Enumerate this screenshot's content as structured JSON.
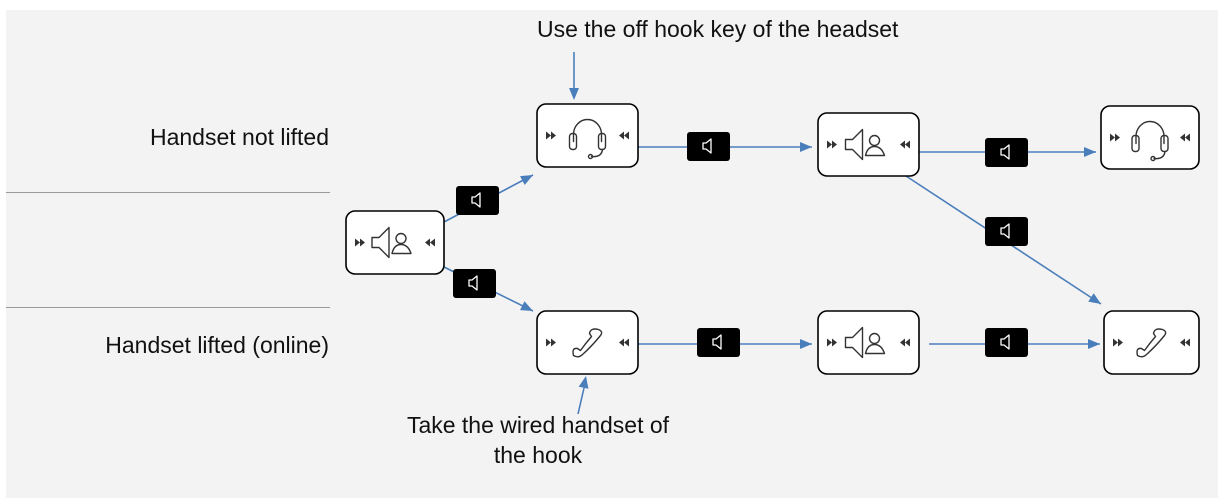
{
  "labels": {
    "row_top": "Handset not lifted",
    "row_bottom": "Handset lifted (online)",
    "annotation_top": "Use the off hook key of the headset",
    "annotation_bottom_line1": "Take the wired handset of",
    "annotation_bottom_line2": "the hook"
  },
  "colors": {
    "panel_background": "#f3f3f3",
    "arrow": "#4a7ebb",
    "key_box": "#000000",
    "divider": "#9a9a9a"
  },
  "nodes": [
    {
      "id": "n-start",
      "icon": "speaker-contact-icon"
    },
    {
      "id": "n-top-1",
      "icon": "headset-icon"
    },
    {
      "id": "n-top-2",
      "icon": "speaker-contact-icon"
    },
    {
      "id": "n-top-3",
      "icon": "headset-icon"
    },
    {
      "id": "n-bot-1",
      "icon": "handset-icon"
    },
    {
      "id": "n-bot-2",
      "icon": "speaker-contact-icon"
    },
    {
      "id": "n-bot-3",
      "icon": "handset-icon"
    }
  ],
  "edges": [
    {
      "from": "n-start",
      "to": "n-top-1",
      "key_icon": "speaker-key-icon"
    },
    {
      "from": "n-start",
      "to": "n-bot-1",
      "key_icon": "speaker-key-icon"
    },
    {
      "from": "n-top-1",
      "to": "n-top-2",
      "key_icon": "speaker-key-icon"
    },
    {
      "from": "n-top-2",
      "to": "n-top-3",
      "key_icon": "speaker-key-icon"
    },
    {
      "from": "n-top-2",
      "to": "n-bot-3",
      "key_icon": "speaker-key-icon"
    },
    {
      "from": "n-bot-1",
      "to": "n-bot-2",
      "key_icon": "speaker-key-icon"
    },
    {
      "from": "n-bot-2",
      "to": "n-bot-3",
      "key_icon": "speaker-key-icon"
    }
  ]
}
